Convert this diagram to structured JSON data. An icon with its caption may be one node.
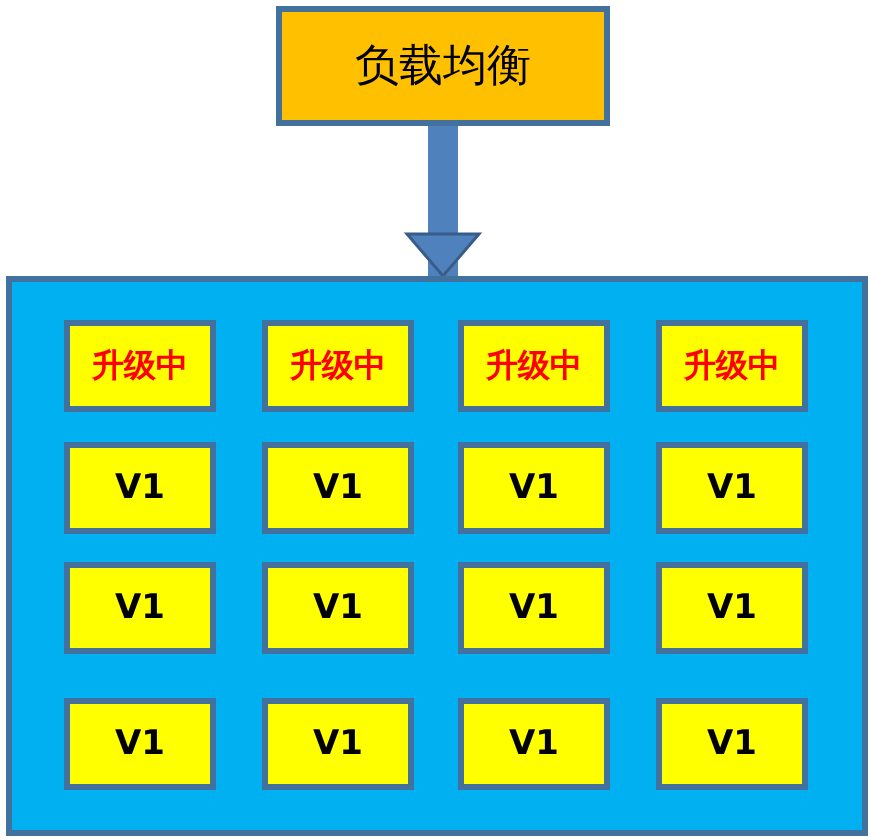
{
  "diagram": {
    "nodes": [
      {
        "text": [
          "负载均衡"
        ]
      },
      {
        "text": [],
        "shape": "box"
      },
      {
        "text": [
          "升级中"
        ],
        "in": 1
      },
      {
        "text": [
          "升级中"
        ],
        "in": 1
      },
      {
        "text": [
          "升级中"
        ],
        "in": 1
      },
      {
        "text": [
          "升级中"
        ],
        "in": 1
      },
      {
        "text": [
          "V1"
        ],
        "in": 1
      },
      {
        "text": [
          "V1"
        ],
        "in": 1
      },
      {
        "text": [
          "V1"
        ],
        "in": 1
      },
      {
        "text": [
          "V1"
        ],
        "in": 1
      },
      {
        "text": [
          "V1"
        ],
        "in": 1
      },
      {
        "text": [
          "V1"
        ],
        "in": 1
      },
      {
        "text": [
          "V1"
        ],
        "in": 1
      },
      {
        "text": [
          "V1"
        ],
        "in": 1
      },
      {
        "text": [
          "V1"
        ],
        "in": 1
      },
      {
        "text": [
          "V1"
        ],
        "in": 1
      },
      {
        "text": [
          "V1"
        ],
        "in": 1
      },
      {
        "text": [
          "V1"
        ],
        "in": 1
      }
    ],
    "edges": [
      {
        "from": 0,
        "to": 1,
        "arrow": "to"
      }
    ]
  }
}
